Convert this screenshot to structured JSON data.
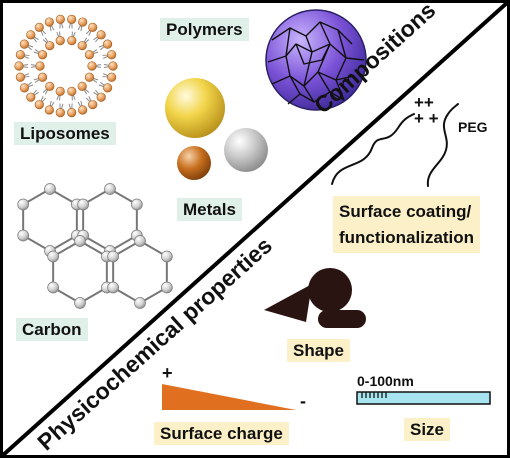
{
  "compositions_heading": "Compositions",
  "physicochemical_heading": "Physicochemical properties",
  "items": {
    "polymers": "Polymers",
    "liposomes": "Liposomes",
    "metals": "Metals",
    "carbon": "Carbon",
    "surface_coating_line1": "Surface coating/",
    "surface_coating_line2": "functionalization",
    "shape": "Shape",
    "surface_charge": "Surface charge",
    "size": "Size",
    "size_range": "0-100nm",
    "peg": "PEG",
    "plus_sign": "+",
    "minus_sign": "-",
    "charge_plus_cluster": "++\n+ +"
  },
  "colors": {
    "label_green_bg": "#dff0e8",
    "label_yellow_bg": "#fbf0c8",
    "polymer_purple": "#7a52d6",
    "gold": "#e8c43a",
    "silver": "#bdbdbd",
    "copper": "#c8701e",
    "liposome_orange": "#e8a060",
    "charge_orange": "#e07020",
    "shape_brown": "#2a1412",
    "size_bar": "#a8e4f0"
  }
}
